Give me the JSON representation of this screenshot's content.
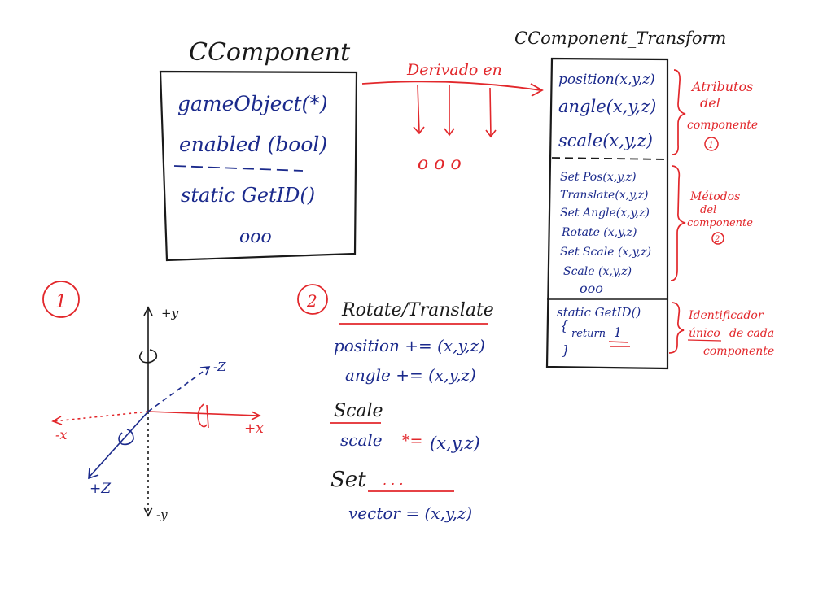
{
  "colors": {
    "ink": "#1a1a1a",
    "blue": "#1b2a8c",
    "red": "#e2272b"
  },
  "ccomponent": {
    "title": "CComponent",
    "attr1": "gameObject(*)",
    "attr2": "enabled (bool)",
    "method1": "static  GetID()",
    "ellipsis": "ooo"
  },
  "derived": {
    "label": "Derivado en",
    "ellipsis": "o o o"
  },
  "transform": {
    "title": "CComponent_Transform",
    "attrs": [
      "position(x,y,z)",
      "angle(x,y,z)",
      "scale(x,y,z)"
    ],
    "methods": [
      "Set Pos(x,y,z)",
      "Translate(x,y,z)",
      "Set Angle(x,y,z)",
      "Rotate (x,y,z)",
      "Set Scale (x,y,z)",
      "Scale (x,y,z)"
    ],
    "methods_ellipsis": "ooo",
    "static_line": "static  GetID()",
    "open_brace": "{",
    "return_kw": "return",
    "return_val": "1",
    "close_brace": "}"
  },
  "annotations": {
    "attributes": [
      "Atributos",
      "del",
      "componente"
    ],
    "attributes_num": "1",
    "methods": [
      "Métodos",
      "del",
      "componente"
    ],
    "methods_num": "2",
    "identifier": [
      "Identificador",
      "único",
      "de cada",
      "componente"
    ]
  },
  "axes": {
    "number": "1",
    "plus_y": "+y",
    "minus_y": "-y",
    "plus_x": "+x",
    "minus_x": "-x",
    "plus_z": "+Z",
    "minus_z": "-Z"
  },
  "ops": {
    "number": "2",
    "header": "Rotate/Translate",
    "line1": "position += (x,y,z)",
    "line2": "angle += (x,y,z)",
    "scale_header": "Scale",
    "scale_kw": "scale",
    "scale_op": "*=",
    "scale_val": "(x,y,z)",
    "set_header": "Set",
    "set_dots": ". . .",
    "vector_line": "vector  =  (x,y,z)"
  }
}
